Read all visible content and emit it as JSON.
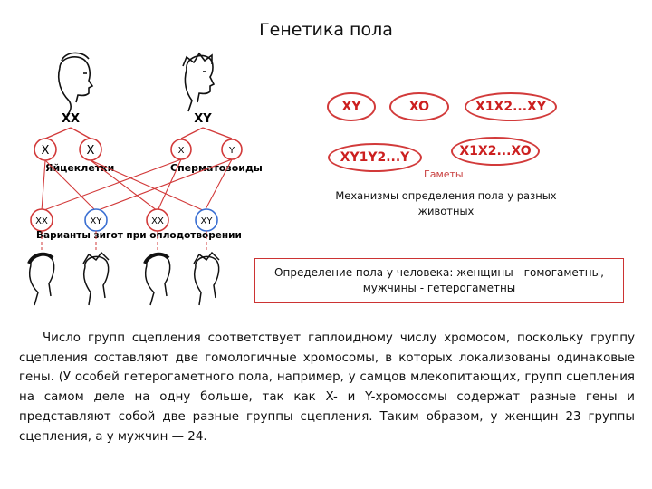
{
  "title": "Генетика пола",
  "figure": {
    "parent_left": "XX",
    "parent_right": "XY",
    "gametes": [
      "X",
      "X",
      "X",
      "Y"
    ],
    "egg_label": "Яйцеклетки",
    "sperm_label": "Сперматозоиды",
    "zygotes": [
      "XX",
      "XY",
      "XX",
      "XY"
    ],
    "zygote_caption": "Варианты зигот при оплодотворении"
  },
  "ovals": {
    "xy": "XY",
    "xo": "XO",
    "x1x2xy": "X1X2...XY",
    "xy1y2y": "XY1Y2...Y",
    "x1x2xo": "X1X2...XO"
  },
  "gametes_label": "Гаметы",
  "mechanisms": "Механизмы определения пола у разных животных",
  "human_box": "Определение пола у человека: женщины - гомогаметны, мужчины - гетерогаметны",
  "paragraph": "Число групп сцепления соответствует гаплоидному числу хромосом, поскольку группу сцепления составляют две гомологичные хромосомы, в которых локализованы одинаковые гены. (У особей гетерогаметного пола, например, у самцов млекопитающих, групп сцепления на самом деле на одну больше, так как X- и Y-хромосомы содержат разные гены и представляют собой две разные группы сцепления. Таким образом, у женщин 23 группы сцепления, а у мужчин — 24.",
  "colors": {
    "accent": "#cc1f1f",
    "oval_border": "#d23a3a",
    "text": "#111111"
  }
}
